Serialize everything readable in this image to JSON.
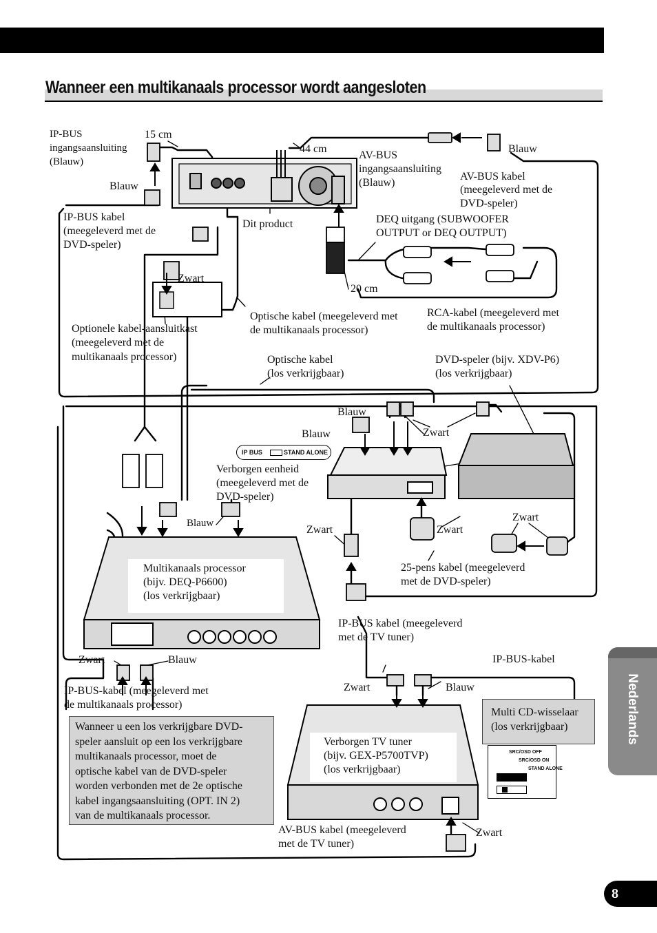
{
  "header": {
    "title": "Wanneer een multikanaals processor wordt aangesloten"
  },
  "labels": {
    "ipbus_in_line1": "IP-BUS",
    "ipbus_in_line2": "ingangsaansluiting",
    "ipbus_in_line3": "(Blauw)",
    "len_15": "15 cm",
    "len_44": "44 cm",
    "len_20": "20 cm",
    "blauw_a": "Blauw",
    "blauw_b": "Blauw",
    "blauw_c": "Blauw",
    "blauw_d": "Blauw",
    "blauw_e": "Blauw",
    "blauw_f": "Blauw",
    "blauw_g": "Blauw",
    "avbus_in_line1": "AV-BUS",
    "avbus_in_line2": "ingangsaansluiting",
    "avbus_in_line3": "(Blauw)",
    "avbus_cable_line1": "AV-BUS kabel",
    "avbus_cable_line2": "(meegeleverd met de",
    "avbus_cable_line3": "DVD-speler)",
    "ipbus_cable_line1": "IP-BUS kabel",
    "ipbus_cable_line2": "(meegeleverd met de",
    "ipbus_cable_line3": "DVD-speler)",
    "dit_product": "Dit product",
    "deq_line1": "DEQ uitgang (SUBWOOFER",
    "deq_line2": "OUTPUT or DEQ OUTPUT)",
    "zwart_a": "Zwart",
    "zwart_b": "Zwart",
    "zwart_c": "Zwart",
    "zwart_d": "Zwart",
    "zwart_e": "Zwart",
    "zwart_f": "Zwart",
    "zwart_g": "Zwart",
    "zwart_h": "Zwart",
    "kast_line1": "Optionele kabel-aansluitkast",
    "kast_line2": "(meegeleverd met de",
    "kast_line3": "multikanaals processor)",
    "opt_line1": "Optische kabel (meegeleverd met",
    "opt_line2": "de multikanaals processor)",
    "rca_line1": "RCA-kabel (meegeleverd met",
    "rca_line2": "de multikanaals processor)",
    "opt2_line1": "Optische kabel",
    "opt2_line2": "(los verkrijgbaar)",
    "dvd_line1": "DVD-speler (bijv. XDV-P6)",
    "dvd_line2": "(los verkrijgbaar)",
    "hidden_line1": "Verborgen eenheid",
    "hidden_line2": "(meegeleverd met de",
    "hidden_line3": "DVD-speler)",
    "pill_ipbus": "IP BUS",
    "pill_standalone": "STAND ALONE",
    "proc_line1": "Multikanaals processor",
    "proc_line2": "(bijv. DEQ-P6600)",
    "proc_line3": "(los verkrijgbaar)",
    "pin25_line1": "25-pens kabel (meegeleverd",
    "pin25_line2": "met de DVD-speler)",
    "ipbus_tv_line1": "IP-BUS kabel (meegeleverd",
    "ipbus_tv_line2": "met de TV tuner)",
    "ipbus_kabel": "IP-BUS-kabel",
    "ipbus_proc_line1": "IP-BUS-kabel (meegeleverd met",
    "ipbus_proc_line2": "de multikanaals processor)",
    "cd_line1": "Multi CD-wisselaar",
    "cd_line2": "(los verkrijgbaar)",
    "tv_line1": "Verborgen TV tuner",
    "tv_line2": "(bijv. GEX-P5700TVP)",
    "tv_line3": "(los verkrijgbaar)",
    "avbus_tv_line1": "AV-BUS kabel (meegeleverd",
    "avbus_tv_line2": "met de TV tuner)",
    "sw_osd_off": "SRC/OSD OFF",
    "sw_osd_on": "SRC/OSD ON",
    "sw_standalone": "STAND ALONE"
  },
  "note": {
    "line1": "Wanneer u een los verkrijgbare DVD-",
    "line2": "speler aansluit op een los verkrijgbare",
    "line3": "multikanaals processor, moet de",
    "line4": "optische kabel van de DVD-speler",
    "line5": "worden verbonden met de 2e optische",
    "line6": "kabel ingangsaansluiting (OPT. IN 2)",
    "line7": "van de multikanaals processor."
  },
  "side_tab": {
    "label": "Nederlands"
  },
  "page": {
    "number": "8"
  }
}
